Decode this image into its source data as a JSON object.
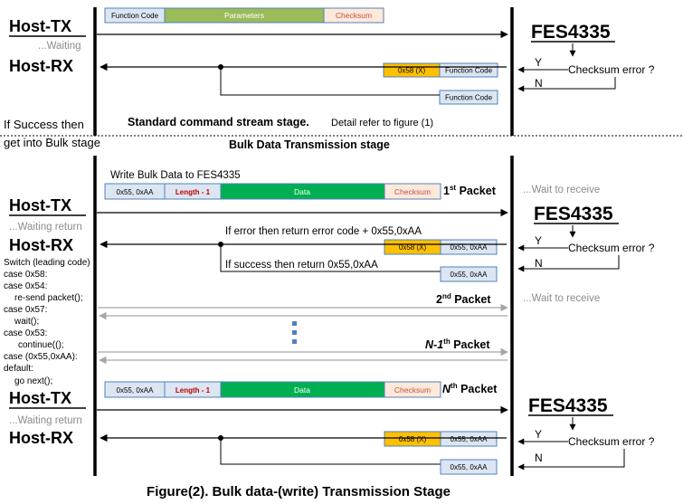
{
  "host_tx": "Host-TX",
  "host_rx": "Host-RX",
  "waiting": "...Waiting",
  "waiting_return": "...Waiting return",
  "device": "FES4335",
  "checksum_error": "Checksum error ?",
  "yes": "Y",
  "no": "N",
  "wait_to_receive": "...Wait to receive",
  "fields": {
    "function_code": "Function Code",
    "parameters": "Parameters",
    "checksum": "Checksum",
    "error_code": "0x58 (X)",
    "leading": "0x55, 0xAA",
    "length": "Length - 1",
    "data": "Data"
  },
  "success_line1": "If Success then",
  "success_line2": "get into Bulk stage",
  "standard_stage": "Standard command stream stage.",
  "standard_detail": "Detail refer to figure (1)",
  "bulk_stage": "Bulk Data Transmission stage",
  "write_bulk": "Write Bulk Data to FES4335",
  "error_return": "If error then return error code + 0x55,0xAA",
  "success_return": "If success then return 0x55,0xAA",
  "packets": {
    "first_num": "1",
    "first_sup": "st",
    "second_num": "2",
    "second_sup": "nd",
    "nminus1_num": "N-1",
    "nminus1_sup": "th",
    "nth_num": "N",
    "nth_sup": "th",
    "word": "Packet"
  },
  "switch_code": [
    "Switch (leading code)",
    "case 0x58:",
    "case 0x54:",
    "    re-send packet();",
    "case 0x57:",
    "    wait();",
    "case 0x53:",
    "    continue(();",
    "case (0x55,0xAA):",
    "default:",
    "    go next();"
  ],
  "caption": "Figure(2). Bulk data-(write) Transmission Stage",
  "colors": {
    "green_light": "#9bbb59",
    "green_dark": "#00b050",
    "orange": "#ffc000",
    "blue_fill": "#dce6f2",
    "peach": "#fde9d9",
    "border": "#4f81bd",
    "red": "#c00000"
  }
}
